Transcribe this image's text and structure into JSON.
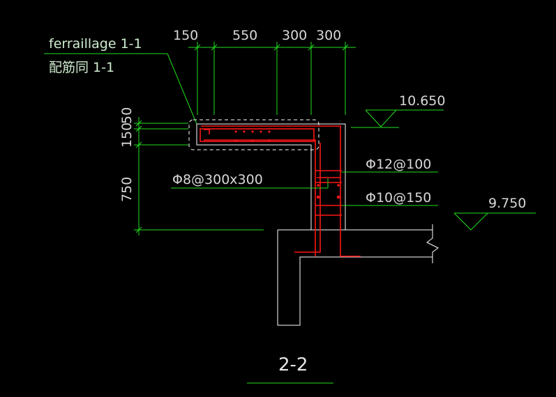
{
  "labels": {
    "ferraillage": "ferraillage 1-1",
    "chinese_note": "配筋同 1-1",
    "dim_top": [
      "150",
      "550",
      "300",
      "300"
    ],
    "dim_left": [
      "50",
      "150",
      "750"
    ],
    "level_top": "10.650",
    "level_right": "9.750",
    "rebar_top": "Φ12@100",
    "rebar_mid": "Φ10@150",
    "rebar_stirrup": "Φ8@300x300",
    "section_title": "2-2"
  },
  "colors": {
    "background": "#000000",
    "dimension": "#22e01e",
    "outline": "#ffffff",
    "rebar": "#ff1616"
  }
}
